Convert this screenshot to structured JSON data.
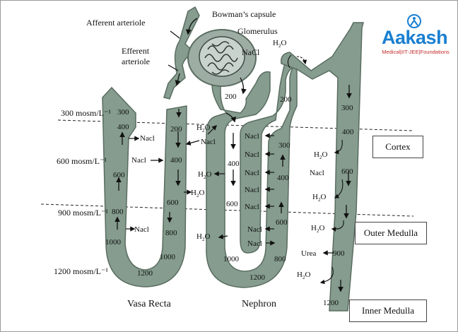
{
  "logo": {
    "word": "Aakash",
    "tagline": "Medical|IIT-JEE|Foundations"
  },
  "structures": {
    "afferent": "Afferent arteriole",
    "efferent_line1": "Efferent",
    "efferent_line2": "arteriole",
    "bowman": "Bowman’s capsule",
    "glomerulus": "Glomerulus"
  },
  "osmolarity": {
    "o300": "300 mosm/L⁻¹",
    "o600": "600 mosm/L⁻¹",
    "o900": "900 mosm/L⁻¹",
    "o1200": "1200 mosm/L⁻¹"
  },
  "zones": {
    "cortex": "Cortex",
    "outer": "Outer Medulla",
    "inner": "Inner Medulla"
  },
  "bottom_labels": {
    "vasa_recta": "Vasa Recta",
    "nephron": "Nephron"
  },
  "values": {
    "vr_300": "300",
    "vr_400": "400",
    "vr_600": "600",
    "vr_800": "800",
    "vr_1000": "1000",
    "vr_1200": "1200",
    "vr_200": "200",
    "vr_400b": "400",
    "vr_600b": "600",
    "vr_800b": "800",
    "vr_1000b": "1000",
    "ne_200a": "200",
    "ne_400": "400",
    "ne_600": "600",
    "ne_1000": "1000",
    "ne_1200": "1200",
    "ne_200b": "200",
    "ne_300": "300",
    "ne_400b": "400",
    "ne_600b": "600",
    "ne_800": "800",
    "cd_300": "300",
    "cd_400": "400",
    "cd_600": "600",
    "cd_900": "900",
    "cd_1200": "1200"
  },
  "solutes": {
    "nacl": "Nacl",
    "nacl_cap": "NaCl",
    "urea": "Urea",
    "water_main": "H",
    "water_sub": "2",
    "water_o": "O"
  },
  "colors": {
    "tubule_fill": "#859c8e",
    "tubule_stroke": "#5a6d61",
    "capsule_fill": "#9eada4",
    "brand_blue": "#1a7fd1",
    "brand_red": "#c42b2b"
  }
}
